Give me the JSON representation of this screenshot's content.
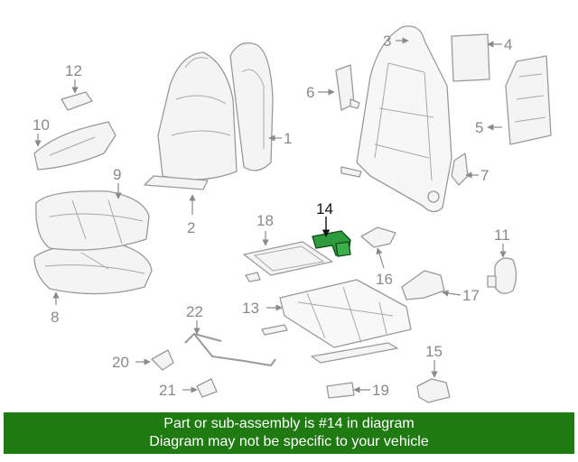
{
  "diagram": {
    "callouts": [
      {
        "id": "1",
        "label": "1"
      },
      {
        "id": "2",
        "label": "2"
      },
      {
        "id": "3",
        "label": "3"
      },
      {
        "id": "4",
        "label": "4"
      },
      {
        "id": "5",
        "label": "5"
      },
      {
        "id": "6",
        "label": "6"
      },
      {
        "id": "7",
        "label": "7"
      },
      {
        "id": "8",
        "label": "8"
      },
      {
        "id": "9",
        "label": "9"
      },
      {
        "id": "10",
        "label": "10"
      },
      {
        "id": "11",
        "label": "11"
      },
      {
        "id": "12",
        "label": "12"
      },
      {
        "id": "13",
        "label": "13"
      },
      {
        "id": "14",
        "label": "14"
      },
      {
        "id": "15",
        "label": "15"
      },
      {
        "id": "16",
        "label": "16"
      },
      {
        "id": "17",
        "label": "17"
      },
      {
        "id": "18",
        "label": "18"
      },
      {
        "id": "19",
        "label": "19"
      },
      {
        "id": "20",
        "label": "20"
      },
      {
        "id": "21",
        "label": "21"
      },
      {
        "id": "22",
        "label": "22"
      }
    ],
    "highlighted_part": "14",
    "highlight_color": "#2e9c3c"
  },
  "banner": {
    "line1": "Part or sub-assembly is #14 in diagram",
    "line2": "Diagram may not be specific to your vehicle",
    "background": "#1f7a12",
    "text_color": "#ffffff"
  }
}
